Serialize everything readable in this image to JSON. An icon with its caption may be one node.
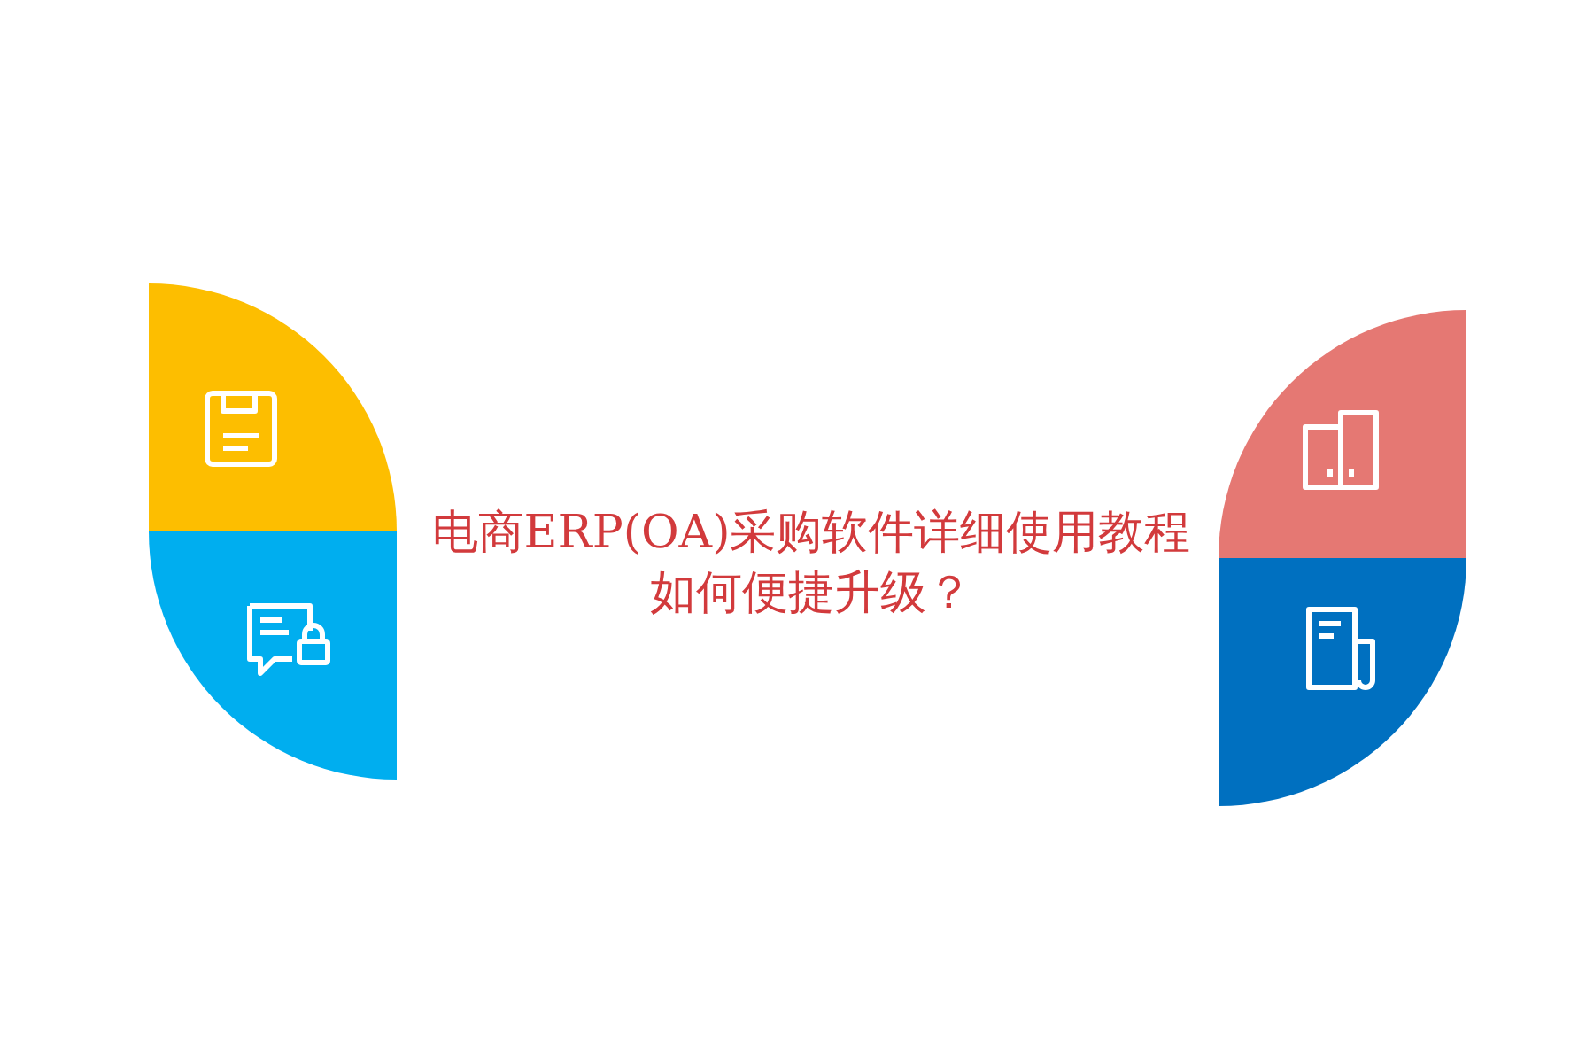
{
  "diagram": {
    "title": "电商ERP(OA)采购软件详细使用教程如何便捷升级？",
    "nodes": [
      {
        "text": [],
        "shape": "sector"
      },
      {
        "text": [],
        "shape": "sector"
      },
      {
        "text": [],
        "shape": "sector"
      },
      {
        "text": [],
        "shape": "sector"
      }
    ]
  }
}
